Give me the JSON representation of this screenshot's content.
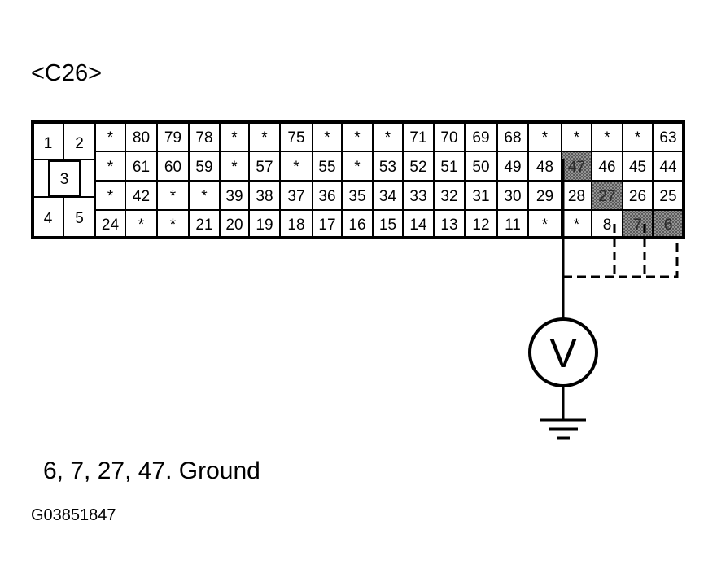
{
  "connector": {
    "title": "<C26>",
    "large_pins": [
      "1",
      "2",
      "3",
      "4",
      "5"
    ],
    "rows": [
      [
        "*",
        "80",
        "79",
        "78",
        "*",
        "*",
        "75",
        "*",
        "*",
        "*",
        "71",
        "70",
        "69",
        "68",
        "*",
        "*",
        "*",
        "*",
        "63"
      ],
      [
        "*",
        "61",
        "60",
        "59",
        "*",
        "57",
        "*",
        "55",
        "*",
        "53",
        "52",
        "51",
        "50",
        "49",
        "48",
        "47",
        "46",
        "45",
        "44"
      ],
      [
        "*",
        "42",
        "*",
        "*",
        "39",
        "38",
        "37",
        "36",
        "35",
        "34",
        "33",
        "32",
        "31",
        "30",
        "29",
        "28",
        "27",
        "26",
        "25"
      ],
      [
        "24",
        "*",
        "*",
        "21",
        "20",
        "19",
        "18",
        "17",
        "16",
        "15",
        "14",
        "13",
        "12",
        "11",
        "*",
        "*",
        "8",
        "7",
        "6"
      ]
    ],
    "highlighted_pins": [
      "47",
      "27",
      "7",
      "6"
    ]
  },
  "meter": {
    "symbol": "V"
  },
  "caption": "6, 7, 27, 47. Ground",
  "figure_id": "G03851847"
}
